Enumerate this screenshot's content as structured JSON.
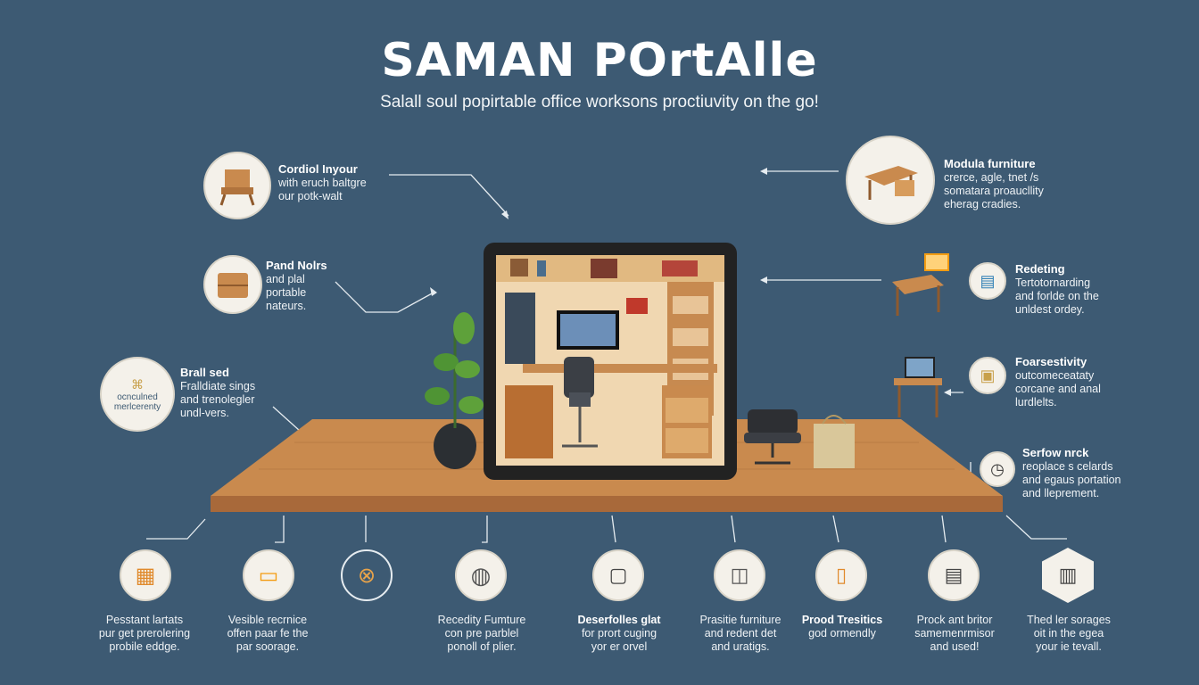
{
  "header": {
    "title": "SAMAN POrtAlle",
    "subtitle": "Salall soul popirtable office worksons proctiuvity on the go!"
  },
  "left_features": [
    {
      "title": "Cordiol Inyour",
      "lines": [
        "with eruch baltgre",
        "our potk-walt"
      ]
    },
    {
      "title": "Pand Nolrs",
      "lines": [
        "and plal",
        "portable",
        "nateurs."
      ]
    },
    {
      "title": "Brall sed",
      "lines": [
        "Fralldiate sings",
        "and trenolegler",
        "undl-vers."
      ],
      "badge_lines": [
        "ocnculned",
        "merlcerenty"
      ]
    }
  ],
  "right_features": [
    {
      "title": "Modula furniture",
      "lines": [
        "crerce, agle, tnet /s",
        "somatara proaucllity",
        "eherag cradies."
      ]
    },
    {
      "title": "Redeting",
      "lines": [
        "Tertotornarding",
        "and forlde on the",
        "unldest ordey."
      ]
    },
    {
      "title": "Foarsestivity",
      "lines": [
        "outcomeceataty",
        "corcane and anal",
        "lurdlelts."
      ]
    },
    {
      "title": "Serfow nrck",
      "lines": [
        "reoplace s celards",
        "and egaus portation",
        "and lleprement."
      ]
    }
  ],
  "bottom_items": [
    {
      "title": "",
      "lines": [
        "Pesstant lartats",
        "pur get prerolering",
        "probile eddge."
      ]
    },
    {
      "title": "",
      "lines": [
        "Vesible recrnice",
        "offen paar fe the",
        "par soorage."
      ]
    },
    {
      "title": "",
      "lines": []
    },
    {
      "title": "",
      "lines": [
        "Recedity Fumture",
        "con pre parblel",
        "ponoll of plier."
      ]
    },
    {
      "title": "Deserfolles glat",
      "lines": [
        "for prort cuging",
        "yor er orvel"
      ]
    },
    {
      "title": "",
      "lines": [
        "Prasitie furniture",
        "and redent det",
        "and uratigs."
      ]
    },
    {
      "title": "Prood Tresitics",
      "lines": [
        "god ormendly"
      ]
    },
    {
      "title": "",
      "lines": [
        "Prock ant britor",
        "samemenrmisor",
        "and used!"
      ]
    },
    {
      "title": "",
      "lines": [
        "Thed ler sorages",
        "oit in the egea",
        "your ie tevall."
      ]
    }
  ],
  "colors": {
    "background": "#3d5a73",
    "wood": "#c98a4e",
    "circle": "#f4f1ea"
  }
}
